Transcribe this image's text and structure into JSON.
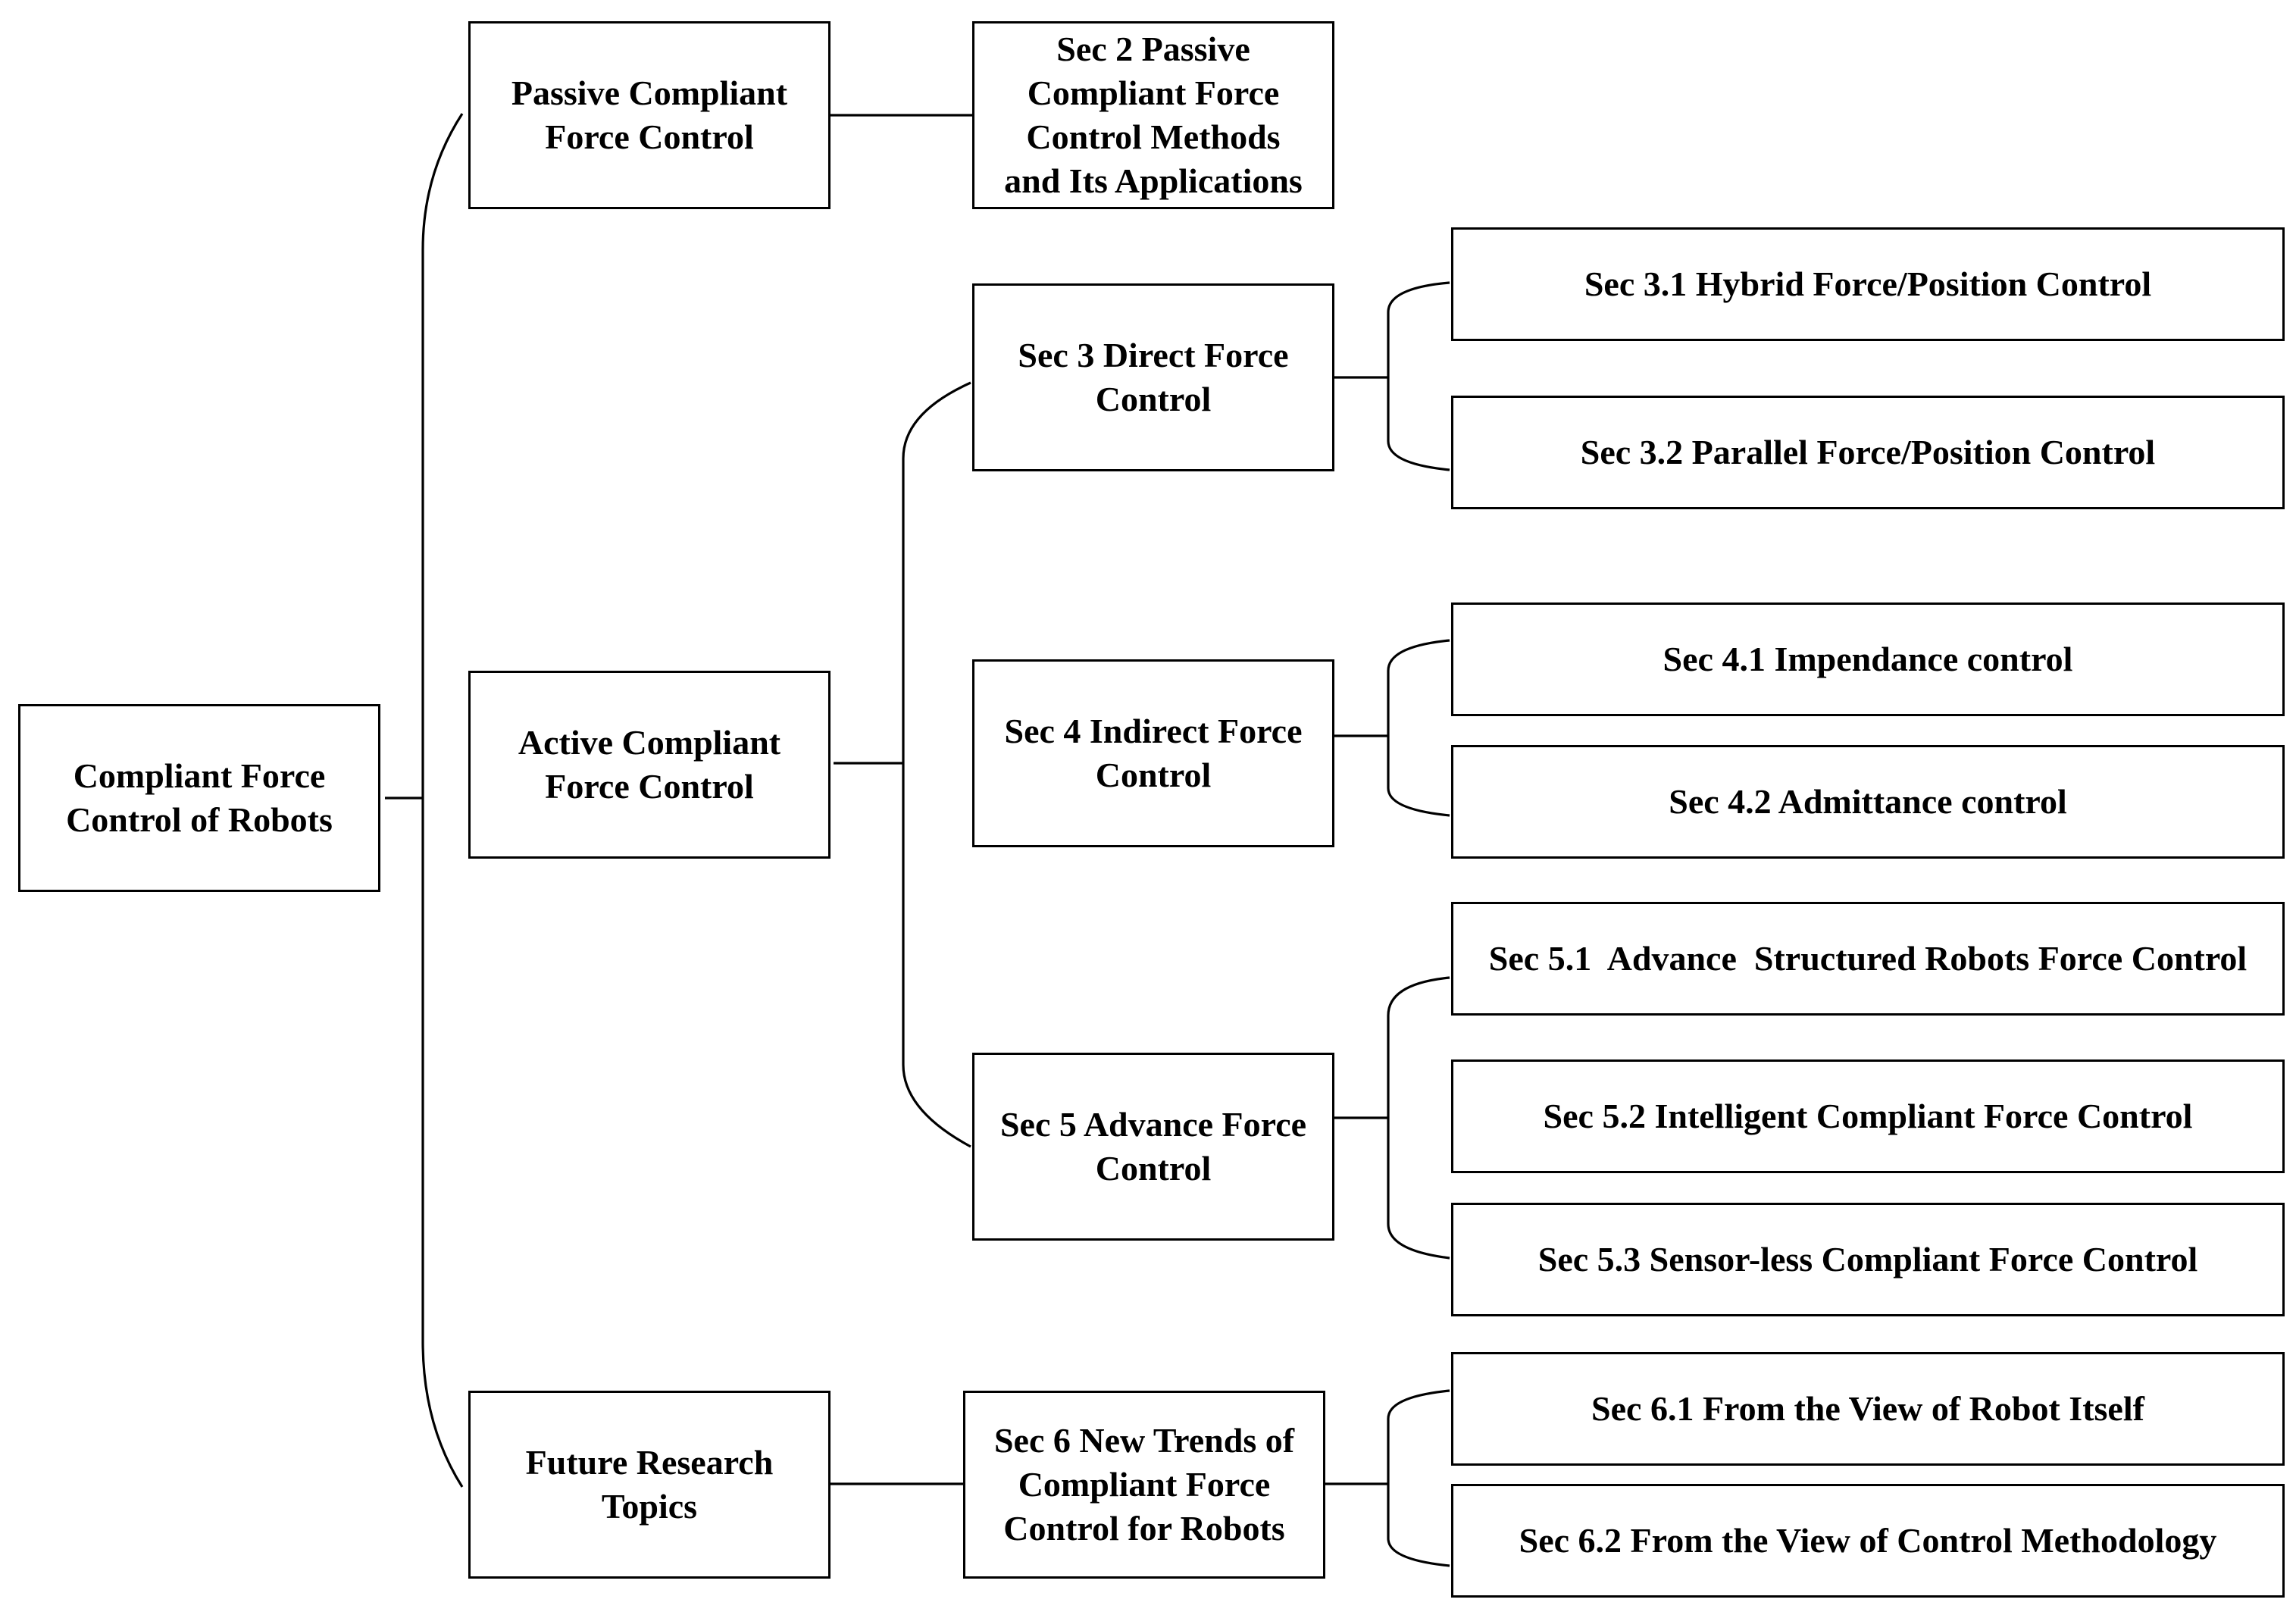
{
  "root": "Compliant Force\nControl of Robots",
  "branches": {
    "passive": "Passive Compliant\nForce Control",
    "active": "Active Compliant\nForce Control",
    "future": "Future Research\nTopics"
  },
  "sections": {
    "sec2": "Sec 2 Passive\nCompliant Force\nControl Methods\nand Its Applications",
    "sec3": "Sec 3 Direct Force\nControl",
    "sec4": "Sec 4 Indirect Force\nControl",
    "sec5": "Sec 5 Advance Force\nControl",
    "sec6": "Sec 6 New Trends of\nCompliant Force\nControl for Robots"
  },
  "subsections": {
    "sec31": "Sec 3.1 Hybrid Force/Position Control",
    "sec32": "Sec 3.2 Parallel Force/Position Control",
    "sec41": "Sec 4.1 Impendance control",
    "sec42": "Sec 4.2 Admittance control",
    "sec51": "Sec 5.1  Advance  Structured Robots Force Control",
    "sec52": "Sec 5.2 Intelligent Compliant Force Control",
    "sec53": "Sec 5.3 Sensor-less Compliant Force Control",
    "sec61": "Sec 6.1 From the View of Robot Itself",
    "sec62": "Sec 6.2 From the View of Control Methodology"
  }
}
